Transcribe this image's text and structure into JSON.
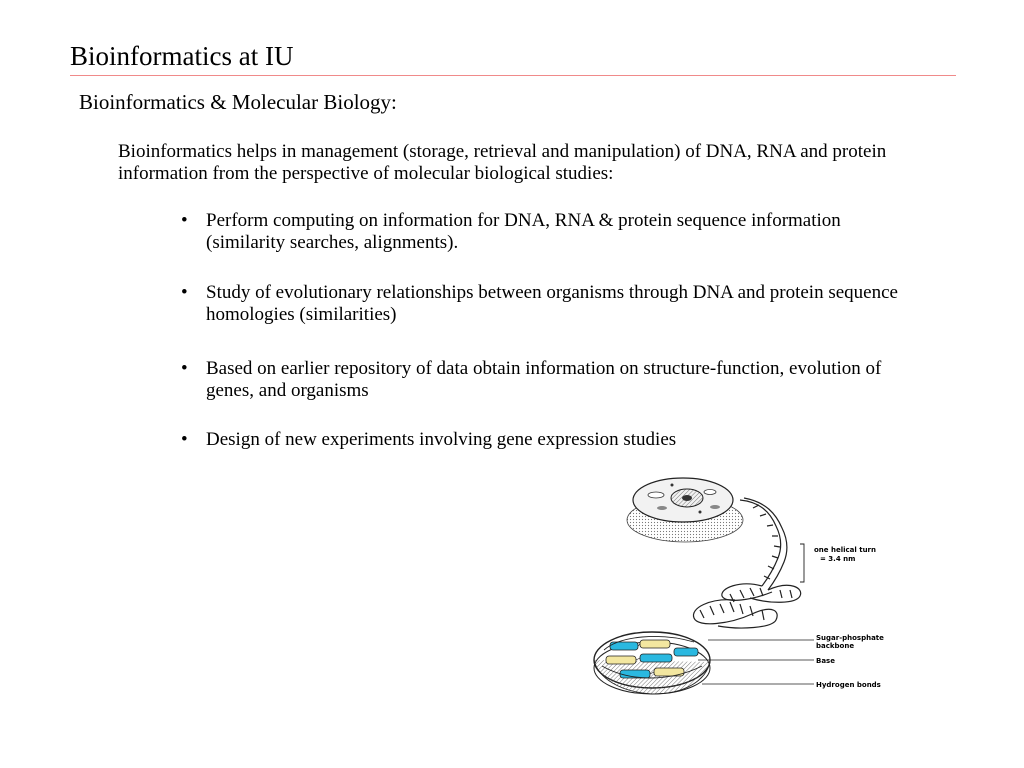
{
  "slide": {
    "title": "Bioinformatics at IU",
    "section_heading": "Bioinformatics & Molecular Biology:",
    "intro": "Bioinformatics helps in management (storage, retrieval and manipulation) of DNA, RNA and protein information from the perspective of molecular biological studies:",
    "bullet_glyph": "•",
    "bullets": [
      "Perform computing on information for DNA, RNA & protein sequence information (similarity searches, alignments).",
      "Study of evolutionary relationships between organisms through DNA and protein sequence homologies (similarities)",
      "Based on earlier repository of data obtain information on structure-function, evolution of genes, and organisms",
      "Design of new experiments involving gene expression studies"
    ]
  },
  "figure": {
    "labels": {
      "helical_turn_1": "one helical turn",
      "helical_turn_2": "= 3.4 nm",
      "backbone_1": "Sugar-phosphate",
      "backbone_2": "backbone",
      "base": "Base",
      "hydrogen_bonds": "Hydrogen bonds"
    },
    "colors": {
      "title_rule": "#f08a8a",
      "base_cyan": "#2ab8e0",
      "base_yellow": "#f3e7a0"
    }
  }
}
